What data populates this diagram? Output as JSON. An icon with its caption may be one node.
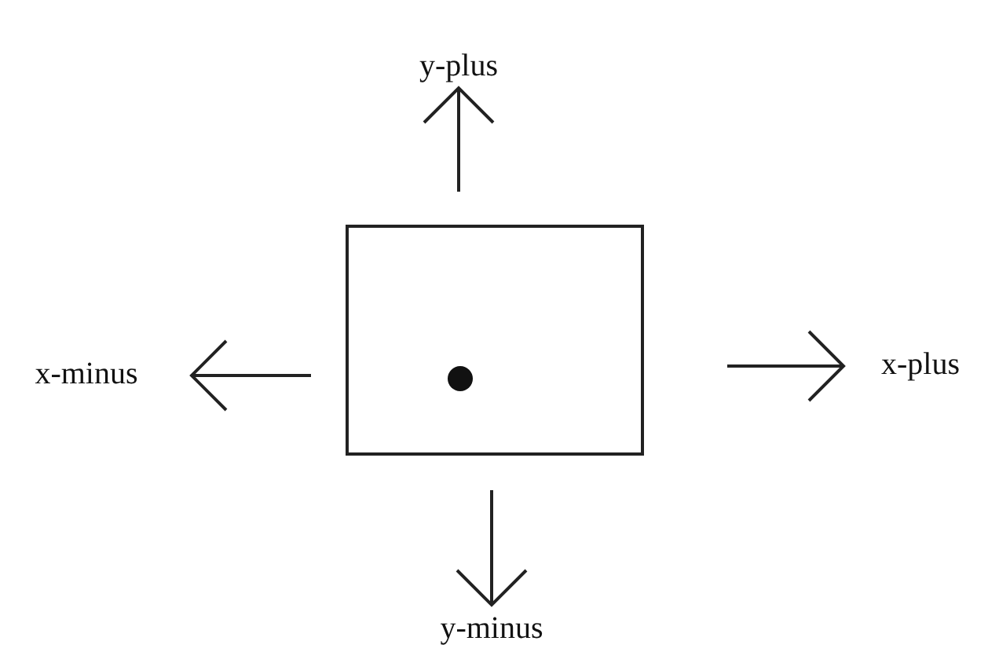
{
  "diagram": {
    "nodes": [
      {
        "text": [
          "y-plus"
        ]
      },
      {
        "text": [],
        "shape": "box"
      },
      {
        "text": [
          "x-minus"
        ]
      },
      {
        "text": [
          "x-plus"
        ]
      },
      {
        "text": [
          "y-minus"
        ]
      }
    ],
    "edges": [
      {
        "from": 1,
        "to": 0,
        "arrow": "to"
      },
      {
        "from": 1,
        "to": 2,
        "arrow": "to"
      },
      {
        "from": 1,
        "to": 3,
        "arrow": "to"
      },
      {
        "from": 1,
        "to": 4,
        "arrow": "to"
      }
    ]
  }
}
